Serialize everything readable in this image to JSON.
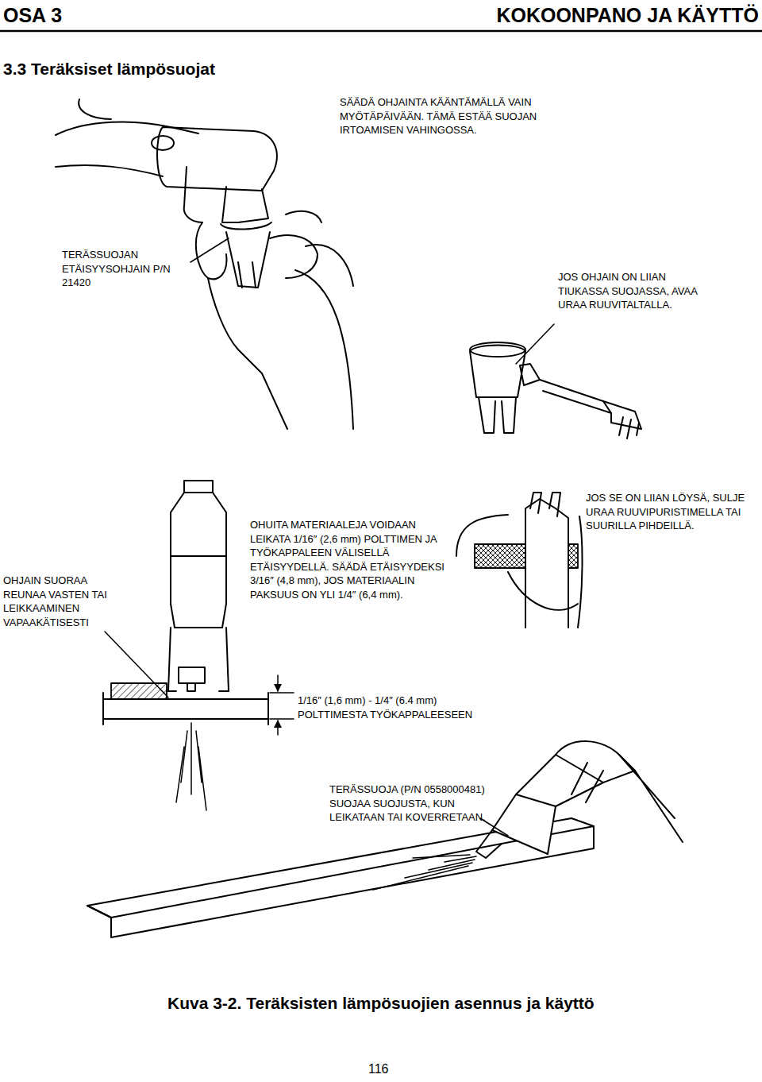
{
  "diagram": {
    "title": "3.3 Teräksiset lämpösuojat",
    "caption": "Kuva 3-2. Teräksisten lämpösuojien asennus ja käyttö",
    "labels": [
      "OSA 3",
      "KOKOONPANO JA KÄYTTÖ",
      "SÄÄDÄ OHJAINTA KÄÄNTÄMÄLLÄ VAIN MYÖTÄPÄIVÄÄN. TÄMÄ ESTÄÄ SUOJAN IRTOAMISEN VAHINGOSSA.",
      "TERÄSSUOJAN ETÄISYYSOHJAIN P/N 21420",
      "JOS OHJAIN ON LIIAN TIUKASSA SUOJASSA, AVAA URAA RUUVITALTALLA.",
      "OHJAIN SUORAA REUNAA VASTEN TAI LEIKKAAMINEN VAPAAKÄTISESTI",
      "OHUITA MATERIAALEJA VOIDAAN LEIKATA 1/16″ (2,6 mm) POLTTIMEN JA TYÖKAPPALEEN VÄLISELLÄ ETÄISYYDELLÄ. SÄÄDÄ ETÄISYYDEKSI 3/16″ (4,8 mm), JOS MATERIAALIN PAKSUUS ON YLI 1/4″ (6,4 mm).",
      "JOS SE ON LIIAN LÖYSÄ, SULJE URAA RUUVIPURISTIMELLA TAI SUURILLA PIHDEILLÄ.",
      "1/16″ (1,6 mm) - 1/4″ (6.4 mm) POLTTIMESTA TYÖKAPPALEESEEN",
      "TERÄSSUOJA (P/N 0558000481) SUOJAA SUOJUSTA, KUN LEIKATAAN TAI KOVERRETAAN.",
      "116"
    ]
  }
}
